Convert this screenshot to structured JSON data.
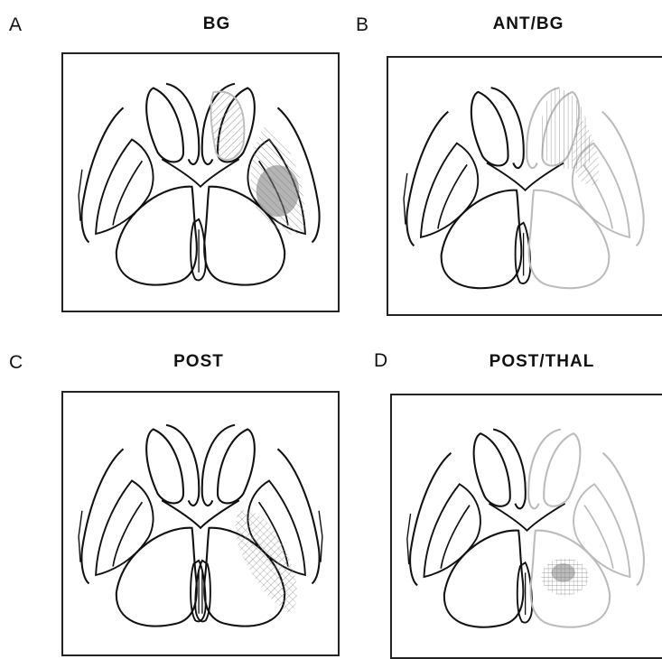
{
  "panels": [
    {
      "letter": "A",
      "title": "BG"
    },
    {
      "letter": "B",
      "title": "ANT/BG"
    },
    {
      "letter": "C",
      "title": "POST"
    },
    {
      "letter": "D",
      "title": "POST/THAL"
    }
  ]
}
